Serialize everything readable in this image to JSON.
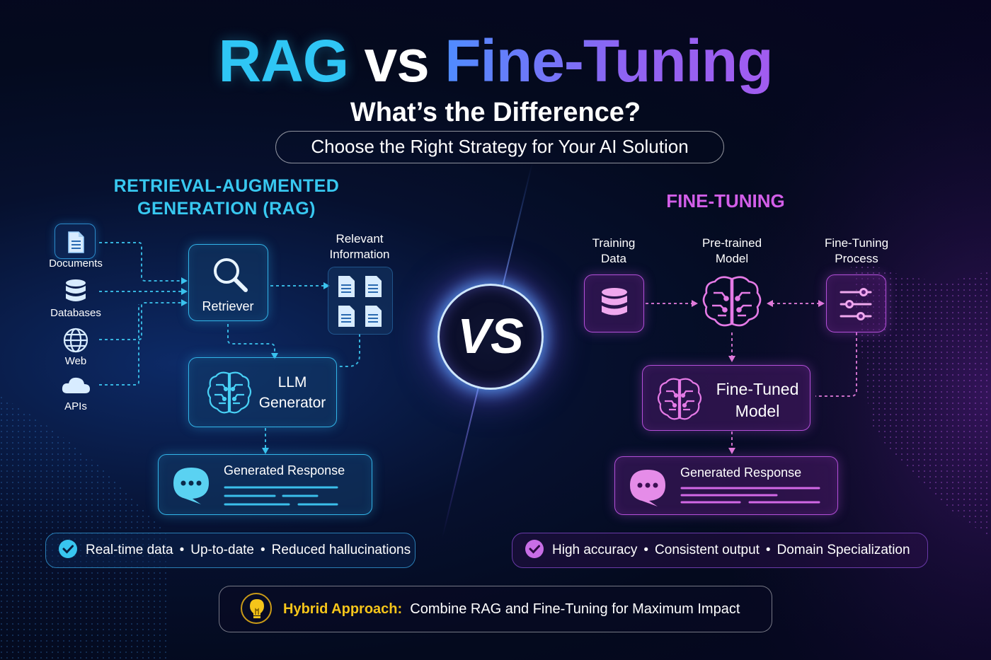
{
  "header": {
    "title_rag": "RAG",
    "title_vs": "vs",
    "title_ft": "Fine-Tuning",
    "subtitle": "What’s the Difference?",
    "tagline": "Choose the Right Strategy for Your AI Solution"
  },
  "rag": {
    "title_line1": "RETRIEVAL-AUGMENTED",
    "title_line2": "GENERATION (RAG)",
    "sources": [
      {
        "label": "Documents",
        "icon": "document-icon"
      },
      {
        "label": "Databases",
        "icon": "database-icon"
      },
      {
        "label": "Web",
        "icon": "globe-icon"
      },
      {
        "label": "APIs",
        "icon": "cloud-icon"
      }
    ],
    "retriever": "Retriever",
    "relevant_line1": "Relevant",
    "relevant_line2": "Information",
    "llm_line1": "LLM",
    "llm_line2": "Generator",
    "response": "Generated Response",
    "benefits": [
      "Real-time data",
      "Up-to-date",
      "Reduced hallucinations"
    ]
  },
  "vs_label": "VS",
  "ft": {
    "title": "FINE-TUNING",
    "training_line1": "Training",
    "training_line2": "Data",
    "pretrained_line1": "Pre-trained",
    "pretrained_line2": "Model",
    "process_line1": "Fine-Tuning",
    "process_line2": "Process",
    "tuned_line1": "Fine-Tuned",
    "tuned_line2": "Model",
    "response": "Generated Response",
    "benefits": [
      "High accuracy",
      "Consistent output",
      "Domain Specialization"
    ]
  },
  "hybrid": {
    "label": "Hybrid Approach:",
    "text": "Combine RAG and Fine-Tuning for Maximum Impact"
  },
  "colors": {
    "rag_accent": "#32b4e8",
    "ft_accent": "#c256e6",
    "hybrid_accent": "#f5c51a"
  },
  "bullet": "•"
}
